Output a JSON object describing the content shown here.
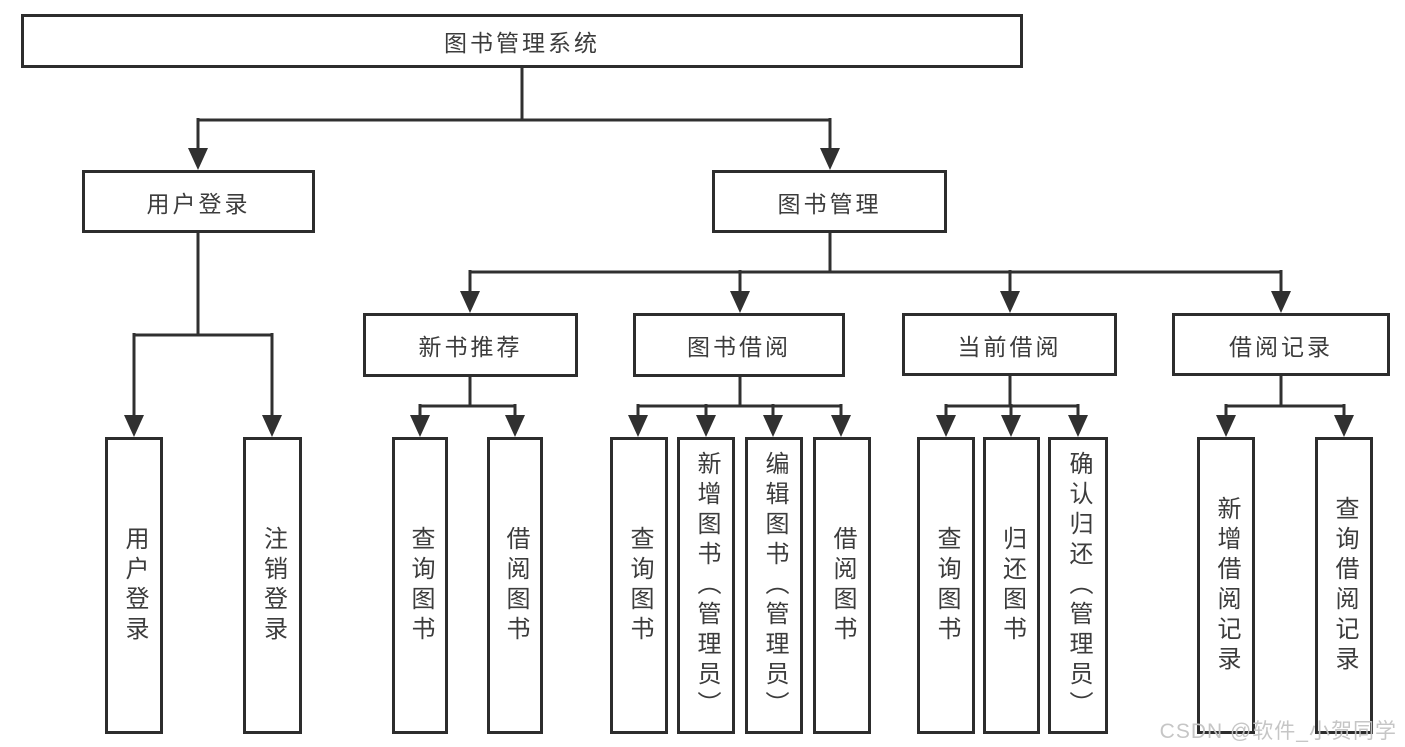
{
  "tree": {
    "label": "图书管理系统",
    "children": [
      {
        "label": "用户登录",
        "children": [
          {
            "label": "用户登录"
          },
          {
            "label": "注销登录"
          }
        ]
      },
      {
        "label": "图书管理",
        "children": [
          {
            "label": "新书推荐",
            "children": [
              {
                "label": "查询图书"
              },
              {
                "label": "借阅图书"
              }
            ]
          },
          {
            "label": "图书借阅",
            "children": [
              {
                "label": "查询图书"
              },
              {
                "label": "新增图书（管理员）"
              },
              {
                "label": "编辑图书（管理员）"
              },
              {
                "label": "借阅图书"
              }
            ]
          },
          {
            "label": "当前借阅",
            "children": [
              {
                "label": "查询图书"
              },
              {
                "label": "归还图书"
              },
              {
                "label": "确认归还（管理员）"
              }
            ]
          },
          {
            "label": "借阅记录",
            "children": [
              {
                "label": "新增借阅记录"
              },
              {
                "label": "查询借阅记录"
              }
            ]
          }
        ]
      }
    ]
  },
  "watermark": {
    "text": "CSDN @软件_小贺同学"
  },
  "colors": {
    "line": "#303030",
    "box_border": "#2d2d2d",
    "text": "#3c3c3c",
    "watermark": "#c3c3c3"
  }
}
